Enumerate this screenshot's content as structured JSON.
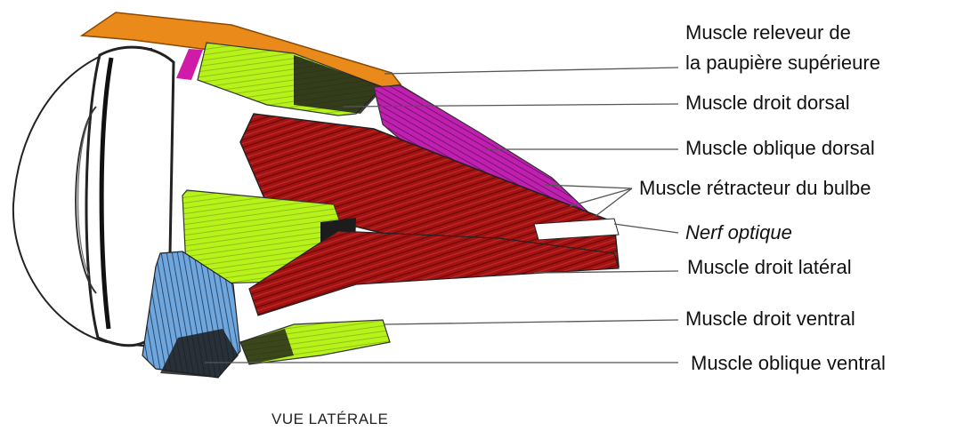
{
  "colors": {
    "eye_outline": "#222222",
    "levator": "#e98a1b",
    "dorsal_rectus": "#b7f21a",
    "dorsal_oblique": "#c020b0",
    "retractor": "#a01010",
    "lateral_rectus": "#b7f21a",
    "ventral_rectus": "#9cdc20",
    "ventral_oblique": "#6fa6dc",
    "leader_line": "#555555"
  },
  "labels": {
    "levator_line1": "Muscle releveur de",
    "levator_line2": "la paupière supérieure",
    "dorsal_rectus": "Muscle droit dorsal",
    "dorsal_oblique": "Muscle oblique dorsal",
    "retractor_bulbi": "Muscle rétracteur du bulbe",
    "optic_nerve": "Nerf optique",
    "lateral_rectus": "Muscle droit latéral",
    "ventral_rectus": "Muscle droit ventral",
    "ventral_oblique": "Muscle oblique ventral"
  },
  "caption": "VUE LATÉRALE"
}
